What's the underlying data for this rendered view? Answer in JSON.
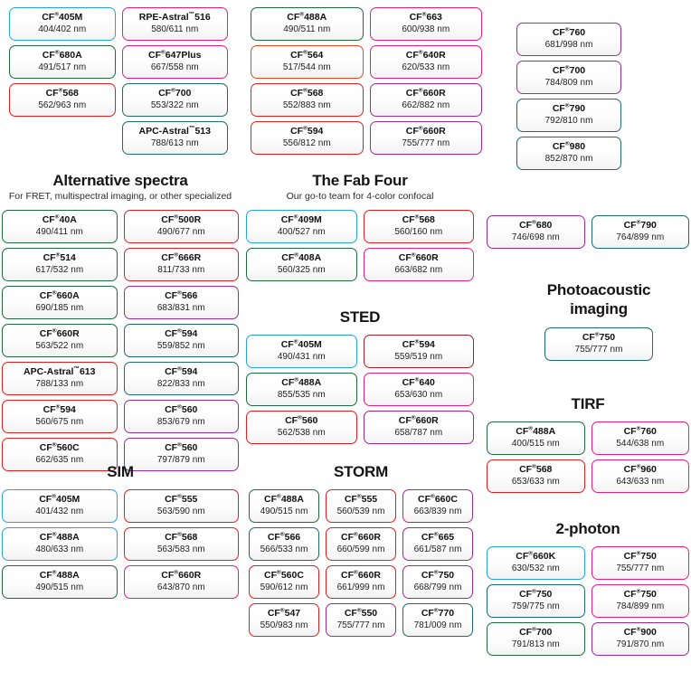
{
  "meta": {
    "reg_mark": "®",
    "tm_mark": "™",
    "unit": "nm",
    "colors": {
      "blue": "#27a3dd",
      "green": "#1d6b3f",
      "teal": "#1d6b6b",
      "red": "#e02020",
      "orange_red": "#e8491e",
      "magenta": "#e5207e",
      "pink": "#e5207e",
      "purple": "#9b2a9b",
      "plum": "#8e2b8e",
      "dark_red": "#a81b2a"
    }
  },
  "sections": [
    {
      "id": "top-group-a",
      "title": "",
      "subtitle": "",
      "columns": 2,
      "chips": [
        {
          "name": "CF",
          "sup": "®",
          "code": "405M",
          "ex_em": "404/402 nm",
          "color": "#27a3dd"
        },
        {
          "name": "RPE-Astral",
          "sup": "™",
          "code": "516",
          "ex_em": "580/611 nm",
          "color": "#e5207e"
        },
        {
          "name": "CF",
          "sup": "®",
          "code": "680A",
          "ex_em": "491/517 nm",
          "color": "#1d6b3f"
        },
        {
          "name": "CF",
          "sup": "®",
          "code": "647Plus",
          "ex_em": "667/558 nm",
          "color": "#e5207e"
        },
        {
          "name": "CF",
          "sup": "®",
          "code": "568",
          "ex_em": "562/963 nm",
          "color": "#e02020"
        },
        {
          "name": "CF",
          "sup": "®",
          "code": "700",
          "ex_em": "553/322 nm",
          "color": "#1d6b6b"
        },
        {
          "name": "",
          "sup": "",
          "code": "",
          "ex_em": "",
          "color": ""
        },
        {
          "name": "APC-Astral",
          "sup": "™",
          "code": "513",
          "ex_em": "788/613 nm",
          "color": "#1d6b6b"
        }
      ]
    },
    {
      "id": "top-group-b",
      "columns": 2,
      "chips": [
        {
          "name": "CF",
          "sup": "®",
          "code": "488A",
          "ex_em": "490/511 nm",
          "color": "#1d6b3f"
        },
        {
          "name": "CF",
          "sup": "®",
          "code": "663",
          "ex_em": "600/938 nm",
          "color": "#e5207e"
        },
        {
          "name": "CF",
          "sup": "®",
          "code": "564",
          "ex_em": "517/544 nm",
          "color": "#e8491e"
        },
        {
          "name": "CF",
          "sup": "®",
          "code": "640R",
          "ex_em": "620/533 nm",
          "color": "#e5207e"
        },
        {
          "name": "CF",
          "sup": "®",
          "code": "568",
          "ex_em": "552/883 nm",
          "color": "#e02020"
        },
        {
          "name": "CF",
          "sup": "®",
          "code": "660R",
          "ex_em": "662/882 nm",
          "color": "#9b2a9b"
        },
        {
          "name": "CF",
          "sup": "®",
          "code": "594",
          "ex_em": "556/812 nm",
          "color": "#e02020"
        },
        {
          "name": "CF",
          "sup": "®",
          "code": "660R",
          "ex_em": "755/777 nm",
          "color": "#9b2a9b"
        }
      ]
    },
    {
      "id": "top-group-c",
      "columns": 1,
      "chips": [
        {
          "name": "CF",
          "sup": "®",
          "code": "760",
          "ex_em": "681/998 nm",
          "color": "#9b2a9b"
        },
        {
          "name": "CF",
          "sup": "®",
          "code": "700",
          "ex_em": "784/809 nm",
          "color": "#9b2a9b"
        },
        {
          "name": "CF",
          "sup": "®",
          "code": "790",
          "ex_em": "792/810 nm",
          "color": "#1d6b6b"
        },
        {
          "name": "CF",
          "sup": "®",
          "code": "980",
          "ex_em": "852/870 nm",
          "color": "#1d6b6b"
        }
      ]
    },
    {
      "id": "alternative-spectra",
      "title": "Alternative spectra",
      "subtitle": "For FRET, multispectral imaging, or other specialized",
      "columns": 2,
      "chips": [
        {
          "name": "CF",
          "sup": "®",
          "code": "40A",
          "ex_em": "490/411 nm",
          "color": "#1d6b3f"
        },
        {
          "name": "CF",
          "sup": "®",
          "code": "500R",
          "ex_em": "490/677 nm",
          "color": "#e02020"
        },
        {
          "name": "CF",
          "sup": "®",
          "code": "514",
          "ex_em": "617/532 nm",
          "color": "#1d6b3f"
        },
        {
          "name": "CF",
          "sup": "®",
          "code": "666R",
          "ex_em": "811/733 nm",
          "color": "#e02020"
        },
        {
          "name": "CF",
          "sup": "®",
          "code": "660A",
          "ex_em": "690/185 nm",
          "color": "#1d6b3f"
        },
        {
          "name": "CF",
          "sup": "®",
          "code": "566",
          "ex_em": "683/831 nm",
          "color": "#9b2a9b"
        },
        {
          "name": "CF",
          "sup": "®",
          "code": "660R",
          "ex_em": "563/522 nm",
          "color": "#1d6b3f"
        },
        {
          "name": "CF",
          "sup": "®",
          "code": "594",
          "ex_em": "559/852 nm",
          "color": "#1d6b6b"
        },
        {
          "name": "APC-Astral",
          "sup": "™",
          "code": "613",
          "ex_em": "788/133 nm",
          "color": "#e02020"
        },
        {
          "name": "CF",
          "sup": "®",
          "code": "594",
          "ex_em": "822/833 nm",
          "color": "#1d6b6b"
        },
        {
          "name": "CF",
          "sup": "®",
          "code": "594",
          "ex_em": "560/675 nm",
          "color": "#e02020"
        },
        {
          "name": "CF",
          "sup": "®",
          "code": "560",
          "ex_em": "853/679 nm",
          "color": "#9b2a9b"
        },
        {
          "name": "CF",
          "sup": "®",
          "code": "560C",
          "ex_em": "662/635 nm",
          "color": "#e02020"
        },
        {
          "name": "CF",
          "sup": "®",
          "code": "560",
          "ex_em": "797/879 nm",
          "color": "#9b2a9b"
        }
      ]
    },
    {
      "id": "fab-four",
      "title": "The Fab Four",
      "subtitle": "Our go-to team for 4-color confocal",
      "columns": 2,
      "chips": [
        {
          "name": "CF",
          "sup": "®",
          "code": "409M",
          "ex_em": "400/527 nm",
          "color": "#27a3dd"
        },
        {
          "name": "CF",
          "sup": "®",
          "code": "568",
          "ex_em": "560/160 nm",
          "color": "#e02020"
        },
        {
          "name": "CF",
          "sup": "®",
          "code": "408A",
          "ex_em": "560/325 nm",
          "color": "#1d6b3f"
        },
        {
          "name": "CF",
          "sup": "®",
          "code": "660R",
          "ex_em": "663/682 nm",
          "color": "#e5207e"
        }
      ]
    },
    {
      "id": "sted",
      "title": "STED",
      "subtitle": "",
      "columns": 2,
      "chips": [
        {
          "name": "CF",
          "sup": "®",
          "code": "405M",
          "ex_em": "490/431 nm",
          "color": "#27a3dd"
        },
        {
          "name": "CF",
          "sup": "®",
          "code": "594",
          "ex_em": "559/519 nm",
          "color": "#a81b2a"
        },
        {
          "name": "CF",
          "sup": "®",
          "code": "488A",
          "ex_em": "855/535 nm",
          "color": "#1d6b3f"
        },
        {
          "name": "CF",
          "sup": "®",
          "code": "640",
          "ex_em": "653/630 nm",
          "color": "#e5207e"
        },
        {
          "name": "CF",
          "sup": "®",
          "code": "560",
          "ex_em": "562/538 nm",
          "color": "#e02020"
        },
        {
          "name": "CF",
          "sup": "®",
          "code": "660R",
          "ex_em": "658/787 nm",
          "color": "#9b2a9b"
        }
      ]
    },
    {
      "id": "sim",
      "title": "SIM",
      "subtitle": "",
      "columns": 2,
      "chips": [
        {
          "name": "CF",
          "sup": "®",
          "code": "405M",
          "ex_em": "401/432 nm",
          "color": "#27a3dd"
        },
        {
          "name": "CF",
          "sup": "®",
          "code": "555",
          "ex_em": "563/590 nm",
          "color": "#e02020"
        },
        {
          "name": "CF",
          "sup": "®",
          "code": "488A",
          "ex_em": "480/633 nm",
          "color": "#27a3dd"
        },
        {
          "name": "CF",
          "sup": "®",
          "code": "568",
          "ex_em": "563/583 nm",
          "color": "#e02020"
        },
        {
          "name": "CF",
          "sup": "®",
          "code": "488A",
          "ex_em": "490/515 nm",
          "color": "#1d6b3f"
        },
        {
          "name": "CF",
          "sup": "®",
          "code": "660R",
          "ex_em": "643/870 nm",
          "color": "#e5207e"
        }
      ]
    },
    {
      "id": "storm",
      "title": "STORM",
      "subtitle": "",
      "columns": 3,
      "chips": [
        {
          "name": "CF",
          "sup": "®",
          "code": "488A",
          "ex_em": "490/515 nm",
          "color": "#1d6b3f"
        },
        {
          "name": "CF",
          "sup": "®",
          "code": "555",
          "ex_em": "560/539 nm",
          "color": "#e02020"
        },
        {
          "name": "CF",
          "sup": "®",
          "code": "660C",
          "ex_em": "663/839 nm",
          "color": "#9b2a9b"
        },
        {
          "name": "CF",
          "sup": "®",
          "code": "566",
          "ex_em": "566/533 nm",
          "color": "#1d6b6b"
        },
        {
          "name": "CF",
          "sup": "®",
          "code": "660R",
          "ex_em": "660/599 nm",
          "color": "#e02020"
        },
        {
          "name": "CF",
          "sup": "®",
          "code": "665",
          "ex_em": "661/587 nm",
          "color": "#9b2a9b"
        },
        {
          "name": "CF",
          "sup": "®",
          "code": "560C",
          "ex_em": "590/612 nm",
          "color": "#e02020"
        },
        {
          "name": "CF",
          "sup": "®",
          "code": "660R",
          "ex_em": "661/999 nm",
          "color": "#e02020"
        },
        {
          "name": "CF",
          "sup": "®",
          "code": "750",
          "ex_em": "668/799 nm",
          "color": "#9b2a9b"
        },
        {
          "name": "CF",
          "sup": "®",
          "code": "547",
          "ex_em": "550/983 nm",
          "color": "#e02020"
        },
        {
          "name": "CF",
          "sup": "®",
          "code": "550",
          "ex_em": "755/777 nm",
          "color": "#9b2a9b"
        },
        {
          "name": "CF",
          "sup": "®",
          "code": "770",
          "ex_em": "781/009 nm",
          "color": "#1d6b6b"
        }
      ]
    },
    {
      "id": "right-pair",
      "title": "",
      "subtitle": "",
      "columns": 2,
      "chips": [
        {
          "name": "CF",
          "sup": "®",
          "code": "680",
          "ex_em": "746/698 nm",
          "color": "#9b2a9b"
        },
        {
          "name": "CF",
          "sup": "®",
          "code": "790",
          "ex_em": "764/899 nm",
          "color": "#1d6b6b"
        }
      ]
    },
    {
      "id": "photoacoustic",
      "title": "Photoacoustic imaging",
      "subtitle": "",
      "columns": 1,
      "chips": [
        {
          "name": "CF",
          "sup": "®",
          "code": "750",
          "ex_em": "755/777 nm",
          "color": "#1d6b6b"
        }
      ]
    },
    {
      "id": "tirf",
      "title": "TIRF",
      "subtitle": "",
      "columns": 2,
      "chips": [
        {
          "name": "CF",
          "sup": "®",
          "code": "488A",
          "ex_em": "400/515 nm",
          "color": "#1d6b3f"
        },
        {
          "name": "CF",
          "sup": "®",
          "code": "760",
          "ex_em": "544/638 nm",
          "color": "#e5207e"
        },
        {
          "name": "CF",
          "sup": "®",
          "code": "568",
          "ex_em": "653/633 nm",
          "color": "#e02020"
        },
        {
          "name": "CF",
          "sup": "®",
          "code": "960",
          "ex_em": "643/633 nm",
          "color": "#e5207e"
        }
      ]
    },
    {
      "id": "two-photon",
      "title": "2-photon",
      "subtitle": "",
      "columns": 2,
      "chips": [
        {
          "name": "CF",
          "sup": "®",
          "code": "660K",
          "ex_em": "630/532 nm",
          "color": "#27a3dd"
        },
        {
          "name": "CF",
          "sup": "®",
          "code": "750",
          "ex_em": "755/777 nm",
          "color": "#e5207e"
        },
        {
          "name": "CF",
          "sup": "®",
          "code": "750",
          "ex_em": "759/775 nm",
          "color": "#1d6b6b"
        },
        {
          "name": "CF",
          "sup": "®",
          "code": "750",
          "ex_em": "784/899 nm",
          "color": "#e5207e"
        },
        {
          "name": "CF",
          "sup": "®",
          "code": "700",
          "ex_em": "791/813 nm",
          "color": "#1d6b3f"
        },
        {
          "name": "CF",
          "sup": "®",
          "code": "900",
          "ex_em": "791/870 nm",
          "color": "#9b2a9b"
        }
      ]
    }
  ]
}
